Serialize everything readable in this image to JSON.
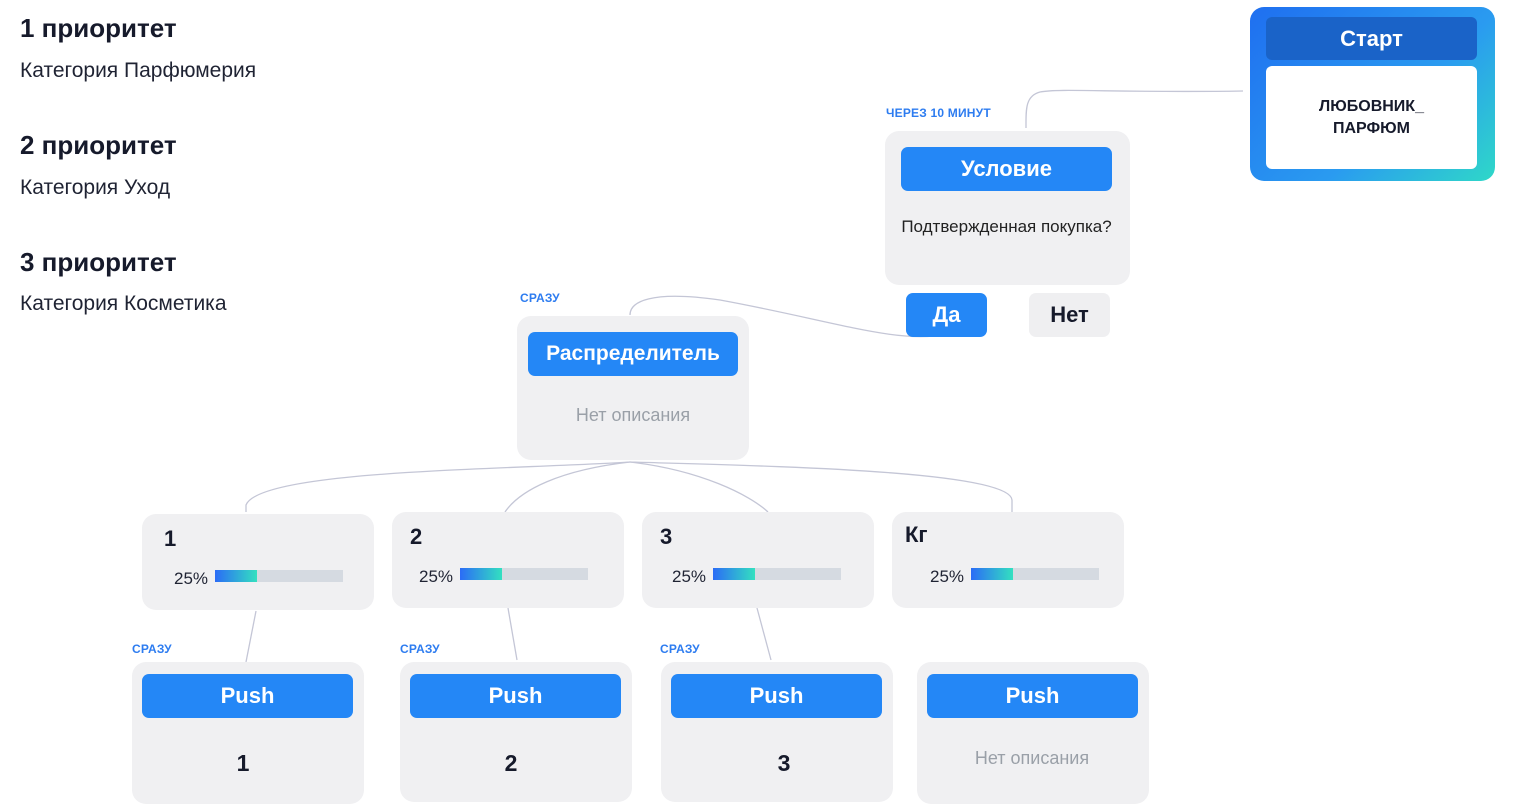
{
  "priorities": [
    {
      "title": "1 приоритет",
      "text": "Категория Парфюмерия"
    },
    {
      "title": "2 приоритет",
      "text": "Категория Уход"
    },
    {
      "title": "3 приоритет",
      "text": "Категория Косметика"
    }
  ],
  "start": {
    "label": "Старт",
    "body": "ЛЮБОВНИК_\nПАРФЮМ"
  },
  "condition": {
    "delay": "ЧЕРЕЗ 10 МИНУТ",
    "label": "Условие",
    "text": "Подтвержденная покупка?",
    "yes": "Да",
    "no": "Нет"
  },
  "distributor": {
    "delay": "СРАЗУ",
    "label": "Распределитель",
    "text": "Нет описания"
  },
  "splits": [
    {
      "title": "1",
      "percent_label": "25%",
      "fill": 0.33
    },
    {
      "title": "2",
      "percent_label": "25%",
      "fill": 0.33
    },
    {
      "title": "3",
      "percent_label": "25%",
      "fill": 0.33
    },
    {
      "title": "Кг",
      "percent_label": "25%",
      "fill": 0.33
    }
  ],
  "pushes": [
    {
      "delay": "СРАЗУ",
      "label": "Push",
      "text": "1"
    },
    {
      "delay": "СРАЗУ",
      "label": "Push",
      "text": "2"
    },
    {
      "delay": "СРАЗУ",
      "label": "Push",
      "text": "3"
    },
    {
      "delay": "",
      "label": "Push",
      "text": "Нет описания"
    }
  ],
  "colors": {
    "accent": "#2487f6",
    "card": "#f0f0f2",
    "start_gradient_from": "#1f6ff0",
    "start_gradient_to": "#2fd8c8"
  }
}
